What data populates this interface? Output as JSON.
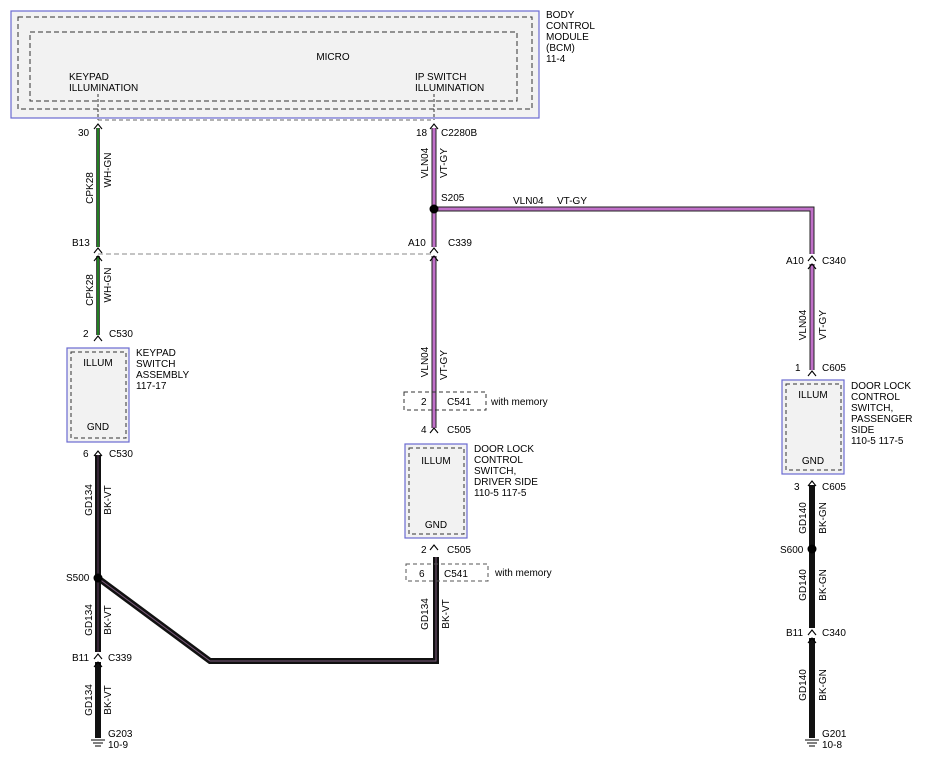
{
  "bcm": {
    "title_lines": [
      "BODY",
      "CONTROL",
      "MODULE",
      "(BCM)",
      "11-4"
    ],
    "micro": "MICRO",
    "keypad_illum": [
      "KEYPAD",
      "ILLUMINATION"
    ],
    "ip_switch_illum": [
      "IP SWITCH",
      "ILLUMINATION"
    ]
  },
  "colors": {
    "wire_green": "#2a9a2a",
    "wire_violet": "#c070c8",
    "wire_black": "#000000",
    "module_fill": "#f2f2f2",
    "module_border": "#6a6ad0",
    "dashed": "#666666"
  },
  "left": {
    "pin_top": "30",
    "wire1_code": "CPK28",
    "wire1_color": "WH-GN",
    "pin_b13": "B13",
    "wire2_code": "CPK28",
    "wire2_color": "WH-GN",
    "pin_2": "2",
    "conn_c530": "C530",
    "keypad_title": [
      "KEYPAD",
      "SWITCH",
      "ASSEMBLY",
      "117-17"
    ],
    "illum": "ILLUM",
    "gnd": "GND",
    "pin_6": "6",
    "conn_c530b": "C530",
    "wire3_code": "GD134",
    "wire3_color": "BK-VT",
    "splice": "S500",
    "wire4_code": "GD134",
    "wire4_color": "BK-VT",
    "pin_b11": "B11",
    "conn_c339": "C339",
    "wire5_code": "GD134",
    "wire5_color": "BK-VT",
    "ground": "G203",
    "ground_ref": "10-9"
  },
  "middle": {
    "pin_18": "18",
    "conn_c2280b": "C2280B",
    "wire1_code": "VLN04",
    "wire1_color": "VT-GY",
    "splice": "S205",
    "branch_code": "VLN04",
    "branch_color": "VT-GY",
    "pin_a10": "A10",
    "conn_c339": "C339",
    "wire2_code": "VLN04",
    "wire2_color": "VT-GY",
    "opt_pin_2": "2",
    "opt_conn_c541": "C541",
    "with_memory_1": "with memory",
    "pin_4": "4",
    "conn_c505": "C505",
    "dl_title": [
      "DOOR LOCK",
      "CONTROL",
      "SWITCH,",
      "DRIVER SIDE",
      "110-5   117-5"
    ],
    "illum": "ILLUM",
    "gnd": "GND",
    "pin_2b": "2",
    "conn_c505b": "C505",
    "opt_pin_6": "6",
    "opt_conn_c541b": "C541",
    "with_memory_2": "with memory",
    "wire3_code": "GD134",
    "wire3_color": "BK-VT"
  },
  "right": {
    "pin_a10": "A10",
    "conn_c340": "C340",
    "wire1_code": "VLN04",
    "wire1_color": "VT-GY",
    "pin_1": "1",
    "conn_c605": "C605",
    "dl_title": [
      "DOOR LOCK",
      "CONTROL",
      "SWITCH,",
      "PASSENGER",
      "SIDE",
      "110-5   117-5"
    ],
    "illum": "ILLUM",
    "gnd": "GND",
    "pin_3": "3",
    "conn_c605b": "C605",
    "wire2_code": "GD140",
    "wire2_color": "BK-GN",
    "splice": "S600",
    "wire3_code": "GD140",
    "wire3_color": "BK-GN",
    "pin_b11": "B11",
    "conn_c340b": "C340",
    "wire4_code": "GD140",
    "wire4_color": "BK-GN",
    "ground": "G201",
    "ground_ref": "10-8"
  }
}
